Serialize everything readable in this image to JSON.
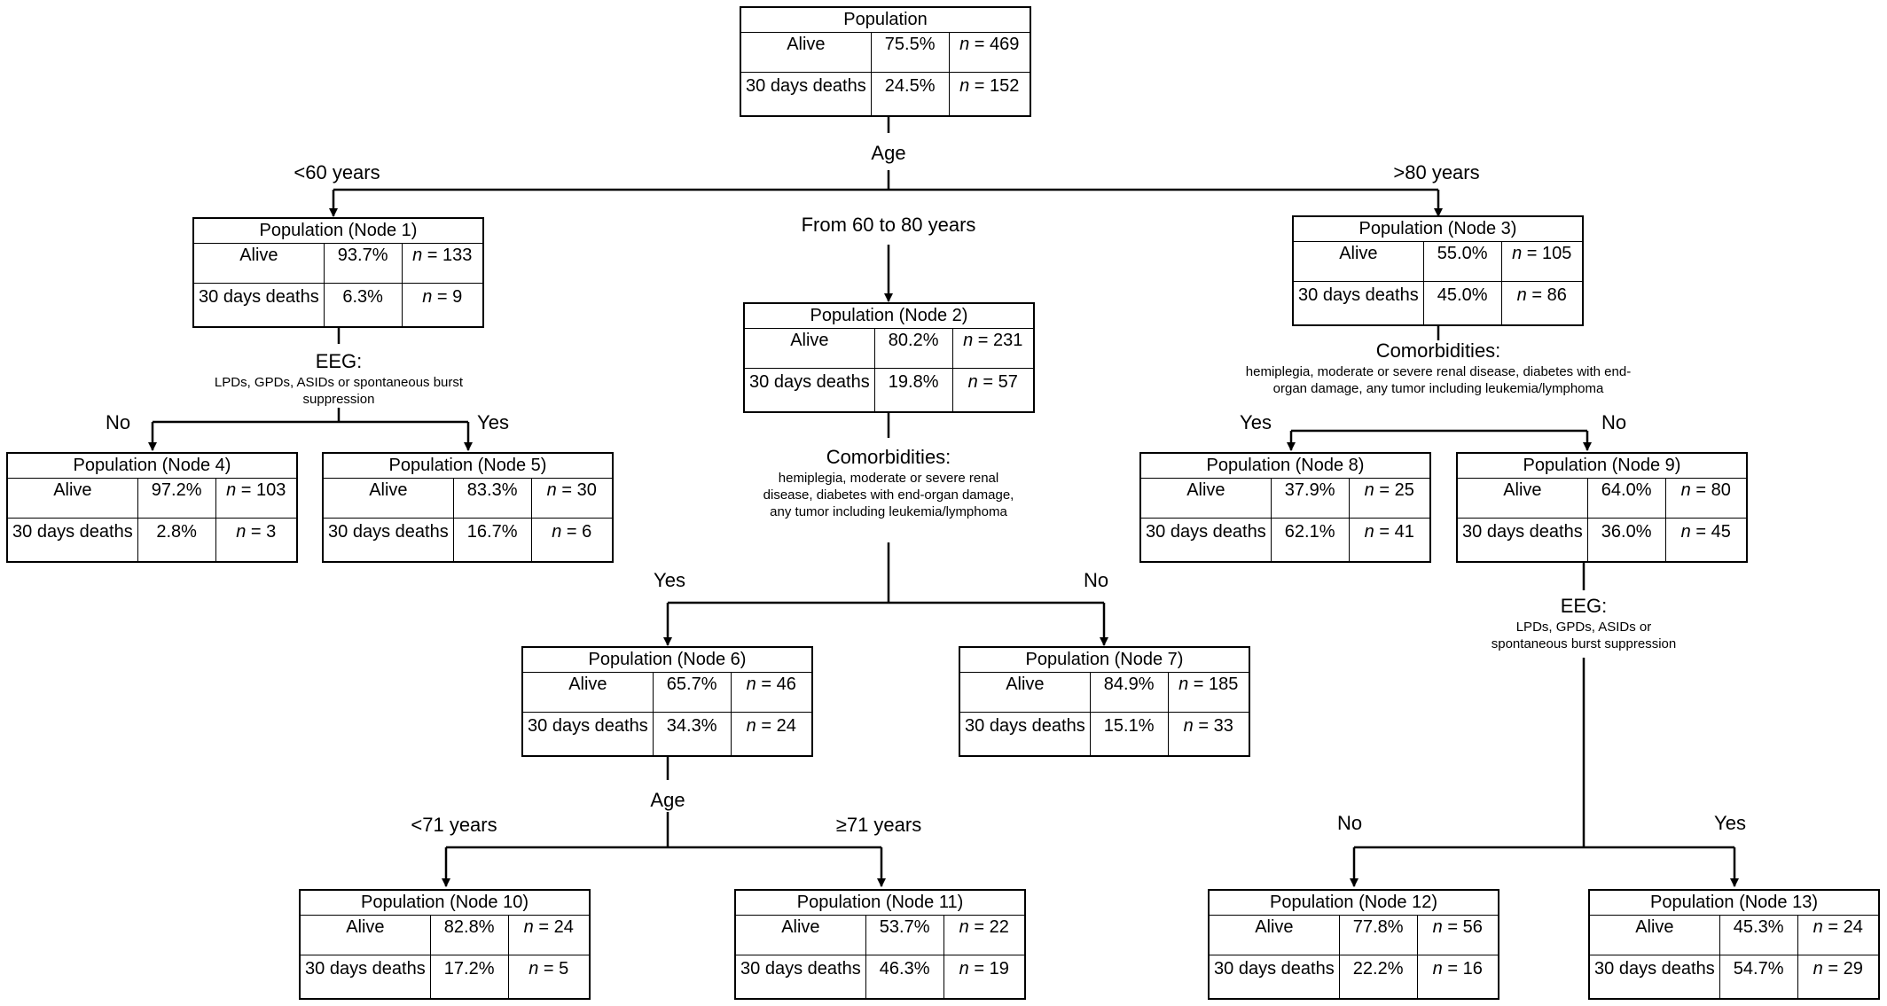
{
  "row_labels": {
    "alive": "Alive",
    "deaths": "30 days deaths",
    "n_prefix": "n"
  },
  "nodes": [
    {
      "title": "Population",
      "alive_pct": "75.5%",
      "alive_n": "= 469",
      "death_pct": "24.5%",
      "death_n": "= 152"
    },
    {
      "title": "Population (Node 1)",
      "alive_pct": "93.7%",
      "alive_n": "= 133",
      "death_pct": "6.3%",
      "death_n": "= 9"
    },
    {
      "title": "Population (Node 2)",
      "alive_pct": "80.2%",
      "alive_n": "= 231",
      "death_pct": "19.8%",
      "death_n": "= 57"
    },
    {
      "title": "Population (Node 3)",
      "alive_pct": "55.0%",
      "alive_n": "= 105",
      "death_pct": "45.0%",
      "death_n": "= 86"
    },
    {
      "title": "Population (Node 4)",
      "alive_pct": "97.2%",
      "alive_n": "= 103",
      "death_pct": "2.8%",
      "death_n": "= 3"
    },
    {
      "title": "Population (Node 5)",
      "alive_pct": "83.3%",
      "alive_n": "= 30",
      "death_pct": "16.7%",
      "death_n": "= 6"
    },
    {
      "title": "Population (Node 6)",
      "alive_pct": "65.7%",
      "alive_n": "= 46",
      "death_pct": "34.3%",
      "death_n": "= 24"
    },
    {
      "title": "Population (Node 7)",
      "alive_pct": "84.9%",
      "alive_n": "= 185",
      "death_pct": "15.1%",
      "death_n": "= 33"
    },
    {
      "title": "Population (Node 8)",
      "alive_pct": "37.9%",
      "alive_n": "= 25",
      "death_pct": "62.1%",
      "death_n": "= 41"
    },
    {
      "title": "Population (Node 9)",
      "alive_pct": "64.0%",
      "alive_n": "= 80",
      "death_pct": "36.0%",
      "death_n": "= 45"
    },
    {
      "title": "Population (Node 10)",
      "alive_pct": "82.8%",
      "alive_n": "= 24",
      "death_pct": "17.2%",
      "death_n": "= 5"
    },
    {
      "title": "Population (Node 11)",
      "alive_pct": "53.7%",
      "alive_n": "= 22",
      "death_pct": "46.3%",
      "death_n": "= 19"
    },
    {
      "title": "Population (Node 12)",
      "alive_pct": "77.8%",
      "alive_n": "= 56",
      "death_pct": "22.2%",
      "death_n": "= 16"
    },
    {
      "title": "Population (Node 13)",
      "alive_pct": "45.3%",
      "alive_n": "= 24",
      "death_pct": "54.7%",
      "death_n": "= 29"
    }
  ],
  "splits": {
    "age_root": "Age",
    "age_lt60": "<60 years",
    "age_60_80": "From 60 to 80 years",
    "age_gt80": ">80 years",
    "eeg_title": "EEG:",
    "eeg_detail_left": "LPDs, GPDs, ASIDs or spontaneous burst suppression",
    "eeg_detail_right": "LPDs, GPDs, ASIDs or spontaneous burst suppression",
    "comorb_title": "Comorbidities:",
    "comorb_detail_mid": "hemiplegia, moderate or severe renal disease, diabetes with end-organ damage, any tumor including leukemia/lymphoma",
    "comorb_detail_right": "hemiplegia, moderate or severe renal disease, diabetes with end-organ damage, any tumor including leukemia/lymphoma",
    "age_node6": "Age",
    "age_lt71": "<71 years",
    "age_ge71": "≥71 years",
    "yes": "Yes",
    "no": "No"
  }
}
